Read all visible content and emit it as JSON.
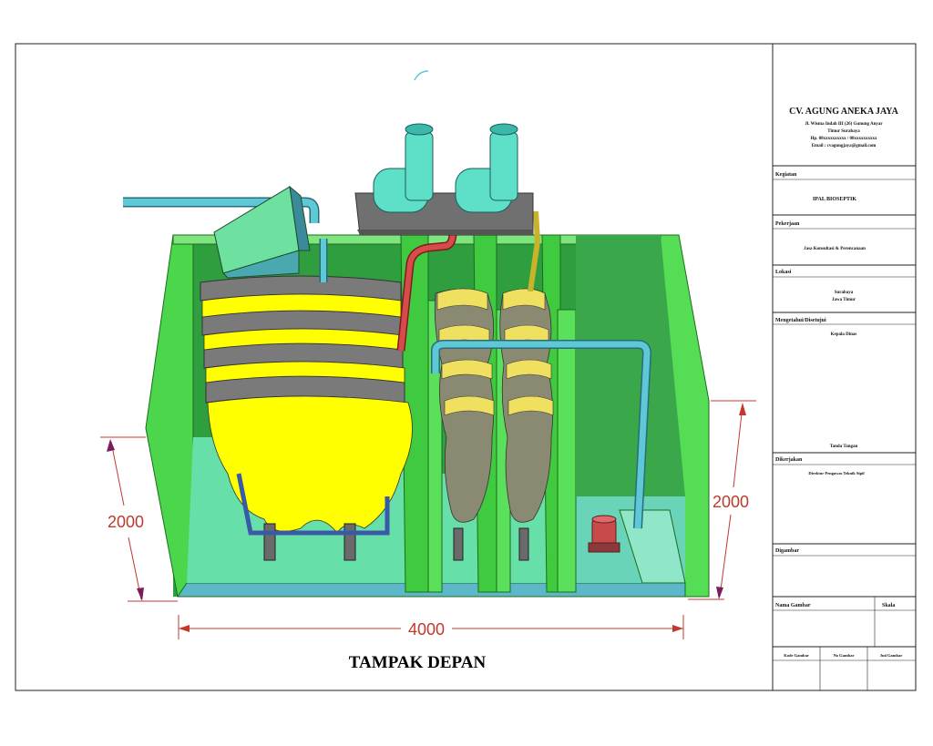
{
  "drawing": {
    "view_title": "TAMPAK DEPAN",
    "dimensions": {
      "length": "4000",
      "height_left": "2000",
      "height_right": "2000"
    }
  },
  "title_block": {
    "company": "CV. AGUNG ANEKA JAYA",
    "company_lines": [
      "Jl. Wisma Indah III (26) Gunung Anyar",
      "Timur Surabaya",
      "Hp. 08xxxxxxxxxx / 08xxxxxxxxxx",
      "Email : cvagungjaya@gmail.com"
    ],
    "kegiatan_label": "Kegiatan",
    "kegiatan_value": "IPAL BIOSEPTIK",
    "pekerjaan_label": "Pekerjaan",
    "pekerjaan_value": "Jasa Konsultasi & Perencanaan",
    "lokasi_label": "Lokasi",
    "lokasi_value_1": "Surabaya",
    "lokasi_value_2": "Jawa Timur",
    "mengetahui_label": "Mengetahui/Disetujui",
    "mengetahui_value": "Kepala Dinas",
    "mengetahui_sign": "Tanda Tangan",
    "dikerjakan_label": "Dikerjakan",
    "dikerjakan_value": "Direktur Pengawas Teknik Sipil",
    "digambar_label": "Digambar",
    "nama_gambar_label": "Nama Gambar",
    "skala_label": "Skala",
    "kode_gambar_label": "Kode Gambar",
    "no_gambar_label": "No Gambar",
    "jml_gambar_label": "Jml Gambar"
  },
  "colors": {
    "tank_green": "#4cd64c",
    "tank_dark": "#2e8b2e",
    "water": "#66e0a8",
    "pipe_cyan": "#5ec8d6",
    "filter_yellow": "#ffff00",
    "filter_grey": "#7a7a6a",
    "blower_box": "#707070",
    "dimension_red": "#c0392b"
  }
}
